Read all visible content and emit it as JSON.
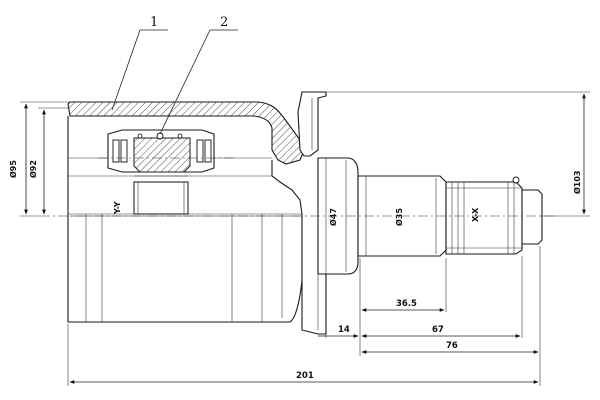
{
  "callouts": {
    "one": "1",
    "two": "2"
  },
  "dimensions": {
    "d95": "Ø95",
    "d92": "Ø92",
    "d103": "Ø103",
    "d47": "Ø47",
    "d35": "Ø35",
    "section_left": "Y-Y",
    "section_right": "X-X",
    "l36_5": "36.5",
    "l14": "14",
    "l67": "67",
    "l76": "76",
    "l201": "201"
  }
}
